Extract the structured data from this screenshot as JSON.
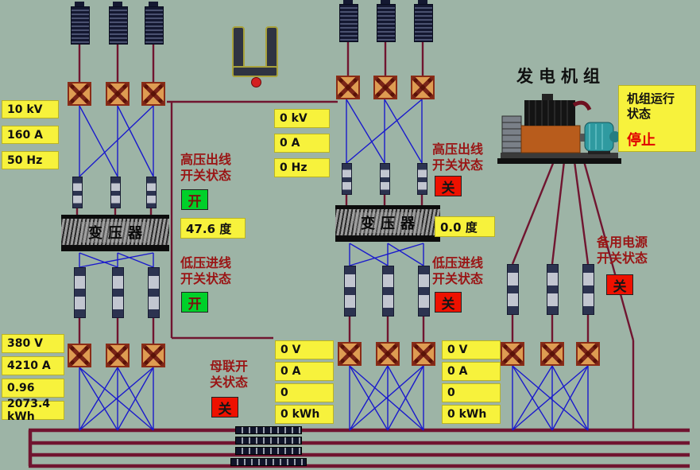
{
  "colors": {
    "background": "#9db4a6",
    "label_yellow": "#f7f23c",
    "on_green": "#00d02a",
    "off_red": "#ee1100",
    "wire_blue": "#1a1acc",
    "wire_maroon": "#701530",
    "text_darkred": "#9a1515"
  },
  "hv_meters": {
    "values": [
      "10 kV",
      "160 A",
      "50 Hz"
    ]
  },
  "mv_meters": {
    "values": [
      "0 kV",
      "0 A",
      "0 Hz"
    ]
  },
  "lv_meters_left": {
    "values": [
      "380 V",
      "4210 A",
      "0.96",
      "2073.4 kWh"
    ]
  },
  "lv_meters_mid1": {
    "values": [
      "0 V",
      "0 A",
      "0",
      "0 kWh"
    ]
  },
  "lv_meters_mid2": {
    "values": [
      "0 V",
      "0 A",
      "0",
      "0 kWh"
    ]
  },
  "transformer1": {
    "title": "变压器",
    "temperature": "47.6 度",
    "hv_label": [
      "高压出线",
      "开关状态"
    ],
    "hv_state": "开",
    "lv_label": [
      "低压进线",
      "开关状态"
    ],
    "lv_state": "开"
  },
  "transformer2": {
    "title": "变压器",
    "temperature": "0.0 度",
    "hv_label": [
      "高压出线",
      "开关状态"
    ],
    "hv_state": "关",
    "lv_label": [
      "低压进线",
      "开关状态"
    ],
    "lv_state": "关"
  },
  "bus_tie": {
    "label": [
      "母联开",
      "关状态"
    ],
    "state": "关"
  },
  "generator": {
    "title": "发电机组",
    "run_label": [
      "机组运行",
      "状态"
    ],
    "run_state": "停止",
    "backup_label": [
      "备用电源",
      "开关状态"
    ],
    "backup_state": "关"
  }
}
